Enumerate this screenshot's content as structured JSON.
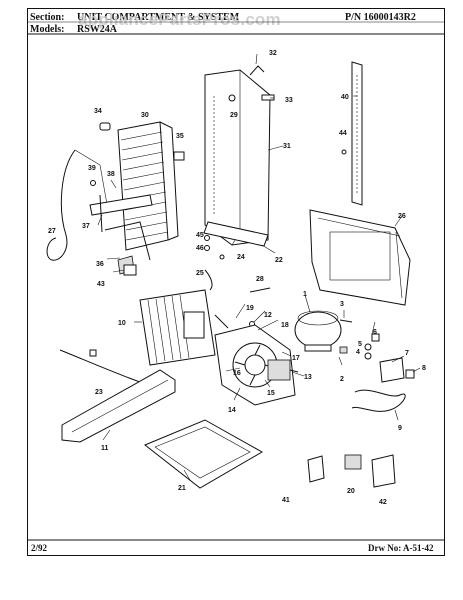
{
  "header": {
    "section_label": "Section:",
    "section_value": "UNIT COMPARTMENT & SYSTEM",
    "pn": "P/N 16000143R2",
    "models_label": "Models:",
    "models_value": "RSW24A"
  },
  "watermark": "appliancePartsPros.com",
  "footer": {
    "date": "2/92",
    "drawing_no": "Drw No: A-51-42"
  },
  "callouts": [
    "1",
    "2",
    "3",
    "4",
    "5",
    "6",
    "7",
    "8",
    "9",
    "10",
    "11",
    "12",
    "13",
    "14",
    "15",
    "16",
    "17",
    "18",
    "19",
    "20",
    "21",
    "22",
    "23",
    "24",
    "25",
    "26",
    "27",
    "28",
    "29",
    "30",
    "31",
    "32",
    "33",
    "34",
    "35",
    "36",
    "37",
    "38",
    "39",
    "40",
    "41",
    "42",
    "43",
    "44",
    "45",
    "46"
  ]
}
